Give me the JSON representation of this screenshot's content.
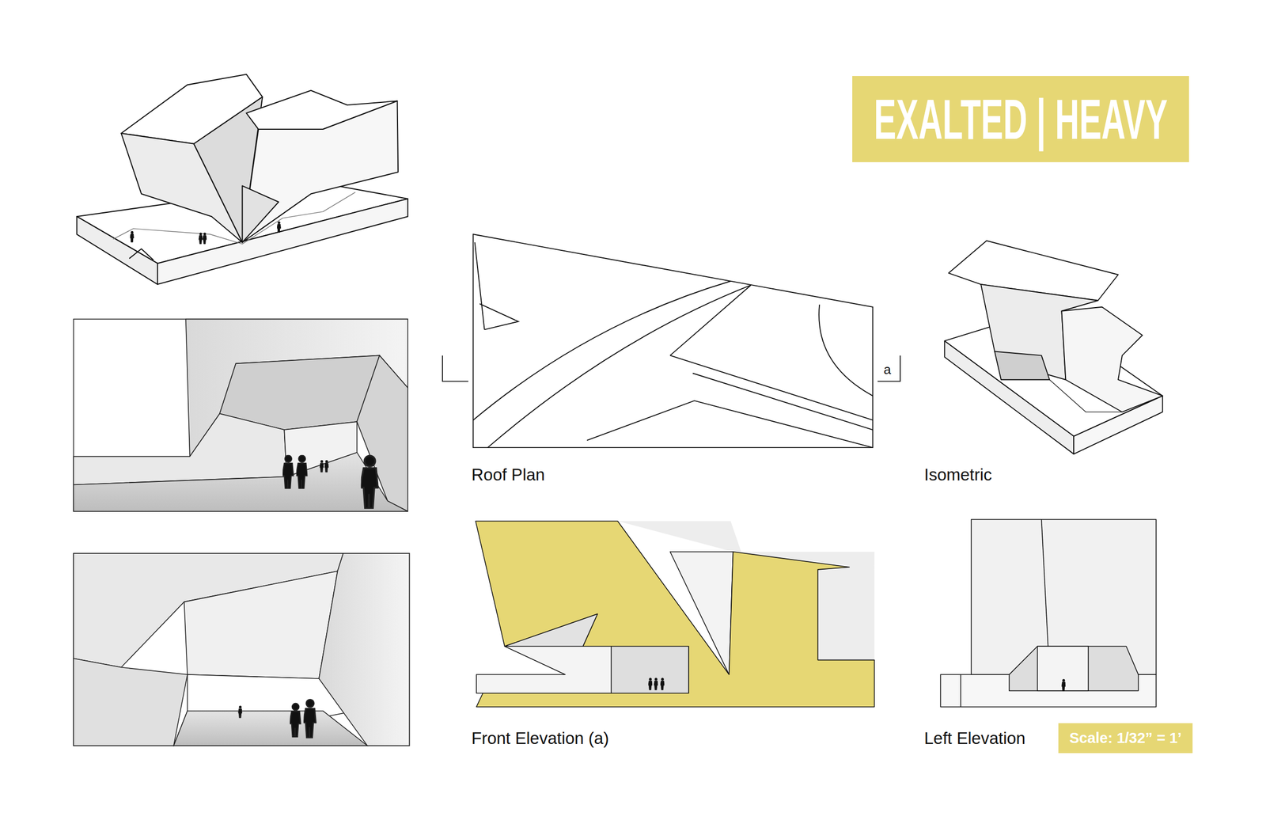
{
  "diagram": {
    "title": "EXALTED | HEAVY",
    "nodes": [
      {
        "text": [
          "Scale: 1/32” = 1’"
        ]
      }
    ],
    "edges": [],
    "labels": [
      "Roof Plan",
      "Isometric",
      "Front Elevation (a)",
      "Left Elevation",
      "a"
    ]
  }
}
